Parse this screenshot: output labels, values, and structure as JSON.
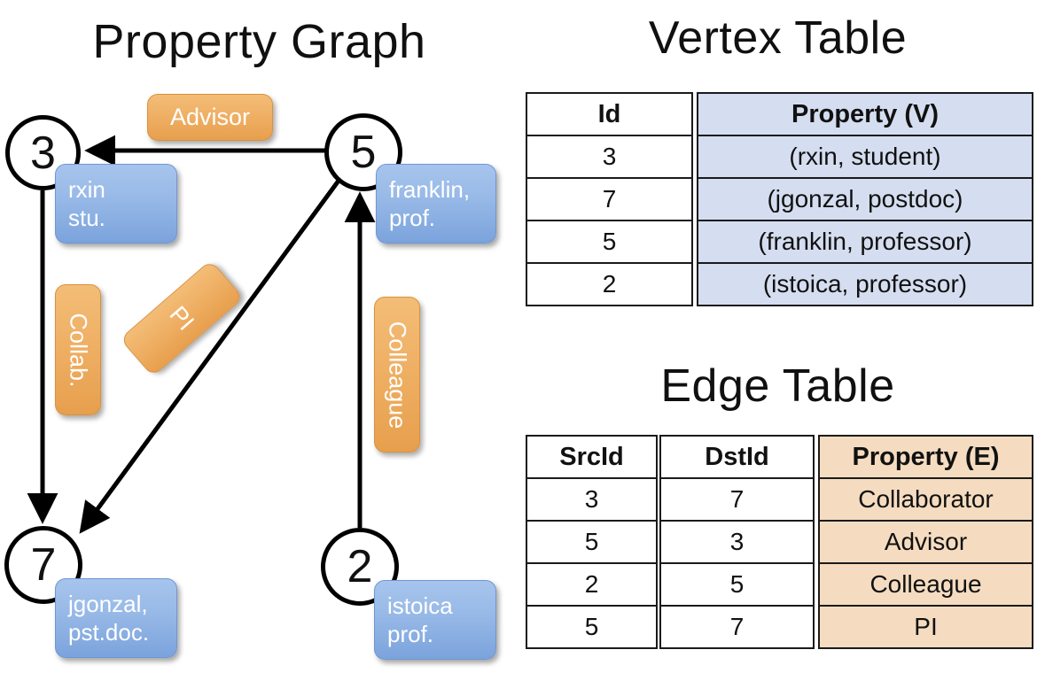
{
  "titles": {
    "property_graph": "Property Graph",
    "vertex_table": "Vertex Table",
    "edge_table": "Edge Table"
  },
  "graph": {
    "nodes": [
      {
        "id": "3",
        "label": "3",
        "property_line1": "rxin",
        "property_line2": "stu."
      },
      {
        "id": "5",
        "label": "5",
        "property_line1": "franklin,",
        "property_line2": "prof."
      },
      {
        "id": "7",
        "label": "7",
        "property_line1": "jgonzal,",
        "property_line2": "pst.doc."
      },
      {
        "id": "2",
        "label": "2",
        "property_line1": "istoica",
        "property_line2": "prof."
      }
    ],
    "edge_labels": [
      {
        "name": "advisor",
        "text": "Advisor"
      },
      {
        "name": "collab",
        "text": "Collab."
      },
      {
        "name": "pi",
        "text": "PI"
      },
      {
        "name": "colleague",
        "text": "Colleague"
      }
    ]
  },
  "vertex_table": {
    "columns": [
      "Id",
      "Property (V)"
    ],
    "rows": [
      {
        "id": "3",
        "property": "(rxin, student)"
      },
      {
        "id": "7",
        "property": "(jgonzal, postdoc)"
      },
      {
        "id": "5",
        "property": "(franklin, professor)"
      },
      {
        "id": "2",
        "property": "(istoica, professor)"
      }
    ]
  },
  "edge_table": {
    "columns": [
      "SrcId",
      "DstId",
      "Property (E)"
    ],
    "rows": [
      {
        "src": "3",
        "dst": "7",
        "property": "Collaborator"
      },
      {
        "src": "5",
        "dst": "3",
        "property": "Advisor"
      },
      {
        "src": "2",
        "dst": "5",
        "property": "Colleague"
      },
      {
        "src": "5",
        "dst": "7",
        "property": "PI"
      }
    ]
  },
  "colors": {
    "vertex_fill": "#d5def0",
    "edge_fill": "#f5dcc0",
    "node_box_blue": "#9abbe8",
    "edge_label_orange": "#efb065",
    "stroke": "#1a1a1a"
  }
}
